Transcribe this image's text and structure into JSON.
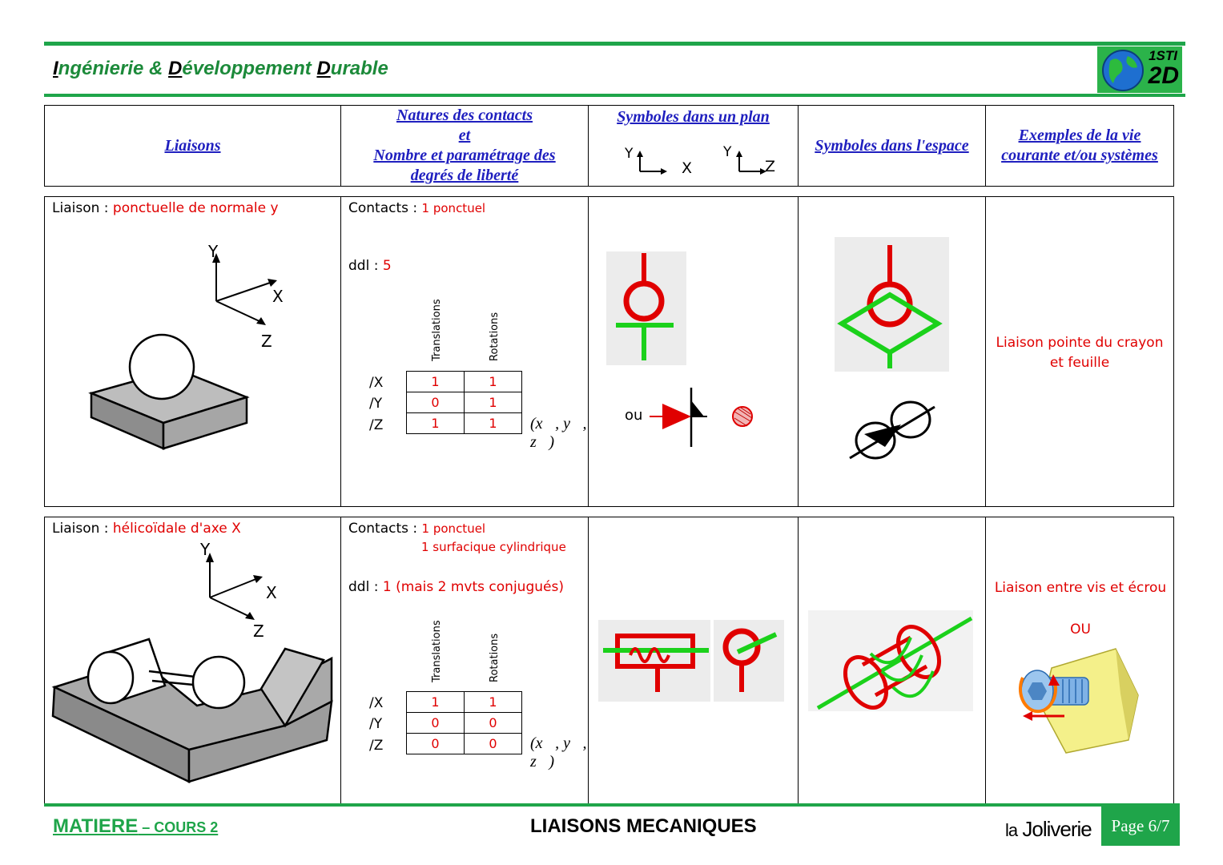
{
  "header": {
    "title_parts": [
      "I",
      "ngénierie & ",
      "D",
      "éveloppement ",
      "D",
      "urable"
    ],
    "logo_top": "1STI",
    "logo_bottom": "2D"
  },
  "columns": {
    "liaisons": "Liaisons",
    "natures_line1": "Natures des contacts",
    "natures_line2": "et",
    "natures_line3": "Nombre et  paramétrage  des",
    "natures_line4": "degrés  de liberté",
    "symboles_plan": "Symboles dans un plan",
    "plan_axis1_v": "Y",
    "plan_axis1_h": "X",
    "plan_axis2_v": "Y",
    "plan_axis2_h": "Z",
    "symboles_espace": "Symboles dans l'espace",
    "exemples_line1": "Exemples de la vie",
    "exemples_line2": "courante et/ou systèmes"
  },
  "rows": [
    {
      "liaison_prefix": "Liaison : ",
      "liaison_name": "ponctuelle de normale y",
      "axis_y": "Y",
      "axis_x": "X",
      "axis_z": "Z",
      "contacts_prefix": "Contacts : ",
      "contacts_line1": "1 ponctuel",
      "contacts_line2": "",
      "ddl_prefix": "ddl : ",
      "ddl_value": "5",
      "col_translations": "Translations",
      "col_rotations": "Rotations",
      "row_labels": [
        "/X",
        "/Y",
        "/Z"
      ],
      "translations": [
        "1",
        "0",
        "1"
      ],
      "rotations": [
        "1",
        "1",
        "1"
      ],
      "basis": "(x⃗, y⃗, z⃗)",
      "ou_label": "ou",
      "example": "Liaison pointe du crayon et feuille",
      "example_ou": ""
    },
    {
      "liaison_prefix": "Liaison : ",
      "liaison_name": "hélicoïdale d'axe X",
      "axis_y": "Y",
      "axis_x": "X",
      "axis_z": "Z",
      "contacts_prefix": "Contacts : ",
      "contacts_line1": "1 ponctuel",
      "contacts_line2": "1 surfacique cylindrique",
      "ddl_prefix": "ddl : ",
      "ddl_value": "1 (mais 2 mvts conjugués)",
      "col_translations": "Translations",
      "col_rotations": "Rotations",
      "row_labels": [
        "/X",
        "/Y",
        "/Z"
      ],
      "translations": [
        "1",
        "0",
        "0"
      ],
      "rotations": [
        "1",
        "0",
        "0"
      ],
      "basis": "(x⃗, y⃗, z⃗)",
      "ou_label": "",
      "example": "Liaison entre vis et écrou",
      "example_ou": "OU"
    }
  ],
  "footer": {
    "matiere": "MATIERE",
    "cours": " – COURS 2",
    "center": "LIAISONS MECANIQUES",
    "brand_la": "la",
    "brand_name": "Joliverie",
    "page": "Page 6/7"
  },
  "colors": {
    "green": "#1fa54a",
    "red": "#e00000",
    "blue": "#1f1fbf"
  }
}
